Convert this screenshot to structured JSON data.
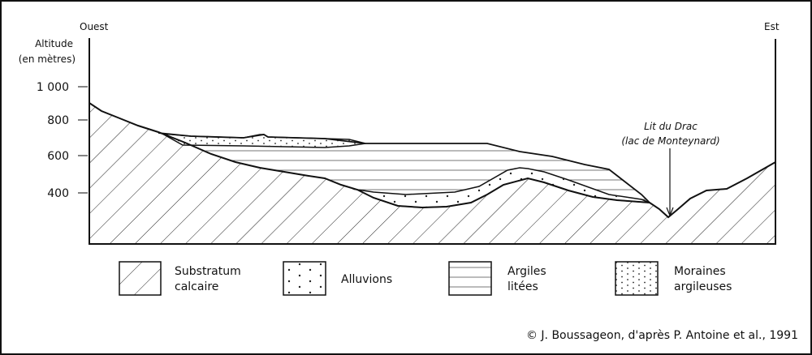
{
  "directions": {
    "west": "Ouest",
    "east": "Est"
  },
  "axis": {
    "title_line1": "Altitude",
    "title_line2": "(en mètres)",
    "ticks": [
      "1 000",
      "800",
      "600",
      "400"
    ]
  },
  "annotation": {
    "line1": "Lit du Drac",
    "line2": "(lac de Monteynard)"
  },
  "legend": [
    {
      "line1": "Substratum",
      "line2": "calcaire"
    },
    {
      "line1": "Alluvions",
      "line2": ""
    },
    {
      "line1": "Argiles",
      "line2": "litées"
    },
    {
      "line1": "Moraines",
      "line2": "argileuses"
    }
  ],
  "credit": "© J. Boussageon, d'après P. Antoine et al., 1991"
}
